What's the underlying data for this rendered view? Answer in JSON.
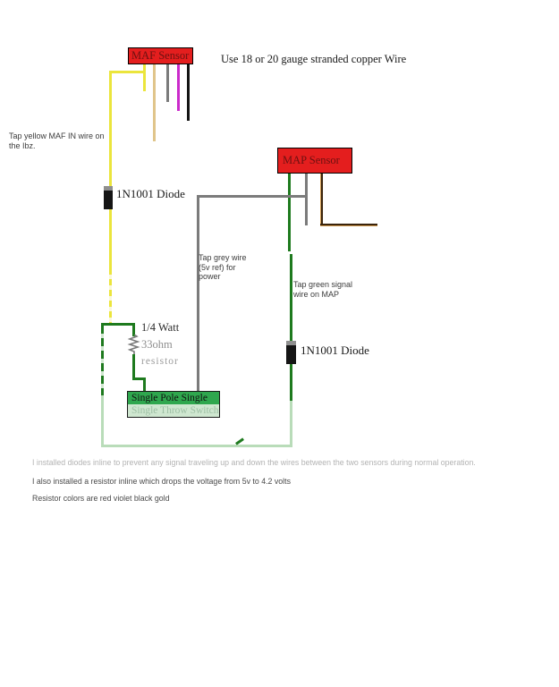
{
  "sensors": {
    "maf": {
      "label": "MAF Sensor"
    },
    "map": {
      "label": "MAP Sensor"
    }
  },
  "annotations": {
    "gauge_note": "Use 18 or 20 gauge stranded copper Wire",
    "tap_yellow": {
      "line1": "Tap yellow MAF IN wire on",
      "line2": "the Ibz."
    },
    "tap_grey": {
      "line1": "Tap grey wire",
      "line2": "(5v ref) for",
      "line3": "power"
    },
    "tap_green": {
      "line1": "Tap green signal",
      "line2": "wire on MAP"
    },
    "diode_maf_label": "1N1001 Diode",
    "diode_map_label": "1N1001 Diode",
    "resistor": {
      "line1": "1/4 Watt",
      "line2": "33ohm",
      "line3": "resistor"
    },
    "switch": {
      "line1": "Single Pole Single",
      "line2": "Single Throw Switch"
    }
  },
  "notes": {
    "note1": "I installed diodes inline to prevent any signal traveling up and down the wires between the two sensors during normal operation.",
    "note2": "I also installed a resistor inline which drops the voltage from 5v to 4.2 volts",
    "note3": "Resistor colors are red violet black gold"
  },
  "colors": {
    "sensor_red": "#e41e1e",
    "wire_yellow": "#ebe53c",
    "wire_tan": "#e0c58b",
    "wire_gray": "#7b7b7b",
    "wire_magenta": "#cb2bcb",
    "wire_black": "#141414",
    "wire_green_dark": "#1e7a1e",
    "wire_green_pale": "#b9dcb9",
    "wire_brown": "#3a240c",
    "switch_green": "#2fa74e",
    "switch_pale_green": "#cfe7d0",
    "diode_body": "#151515",
    "diode_band": "#8f8f8f"
  }
}
